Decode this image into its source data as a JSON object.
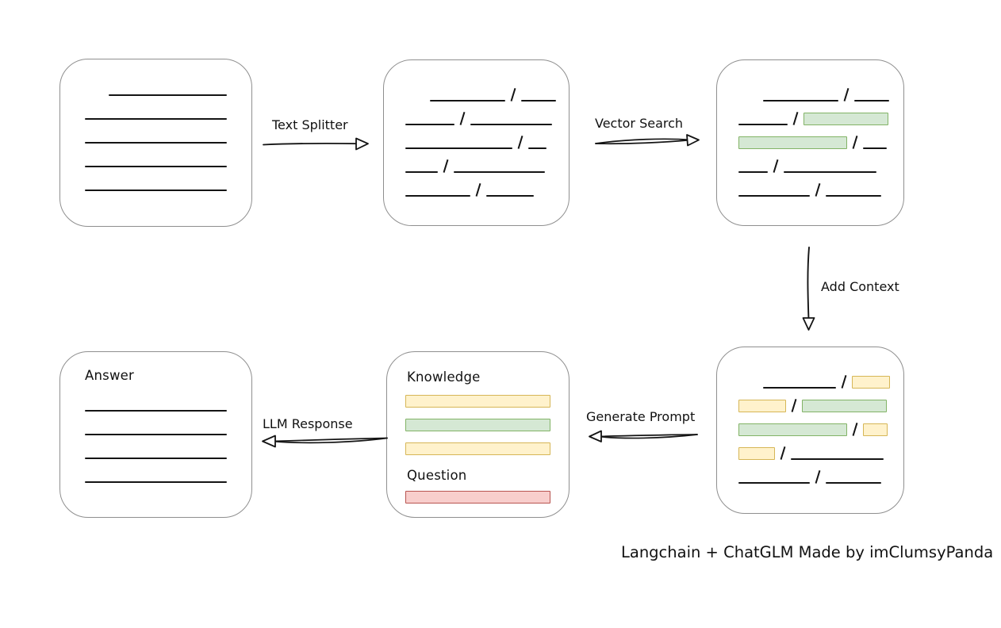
{
  "caption": "Langchain + ChatGLM Made by imClumsyPanda",
  "colors": {
    "box_border": "#8f8f8f",
    "ink": "#141414",
    "green_fill": "#d5e8d4",
    "green_stroke": "#82b366",
    "yellow_fill": "#fff2cc",
    "yellow_stroke": "#d6b656",
    "red_fill": "#f8cecc",
    "red_stroke": "#b85450"
  },
  "arrows": {
    "text_splitter": {
      "label": "Text Splitter"
    },
    "vector_search": {
      "label": "Vector Search"
    },
    "add_context": {
      "label": "Add Context"
    },
    "generate_prompt": {
      "label": "Generate Prompt"
    },
    "llm_response": {
      "label": "LLM Response"
    }
  },
  "boxes": {
    "source_document": {
      "rows": [
        {
          "i": 30,
          "s": [
            {
              "k": "line",
              "w": 149
            }
          ]
        },
        {
          "i": 0,
          "s": [
            {
              "k": "line",
              "w": 179
            }
          ]
        },
        {
          "i": 0,
          "s": [
            {
              "k": "line",
              "w": 179
            }
          ]
        },
        {
          "i": 0,
          "s": [
            {
              "k": "line",
              "w": 179
            }
          ]
        },
        {
          "i": 0,
          "s": [
            {
              "k": "line",
              "w": 179
            }
          ]
        }
      ]
    },
    "split_chunks": {
      "rows": [
        {
          "i": 31,
          "s": [
            {
              "k": "line",
              "w": 95
            },
            {
              "k": "slash"
            },
            {
              "k": "line",
              "w": 44
            }
          ]
        },
        {
          "i": 0,
          "s": [
            {
              "k": "line",
              "w": 62
            },
            {
              "k": "slash"
            },
            {
              "k": "line",
              "w": 103
            }
          ]
        },
        {
          "i": 0,
          "s": [
            {
              "k": "line",
              "w": 135
            },
            {
              "k": "slash"
            },
            {
              "k": "line",
              "w": 23
            }
          ]
        },
        {
          "i": 0,
          "s": [
            {
              "k": "line",
              "w": 41
            },
            {
              "k": "slash"
            },
            {
              "k": "line",
              "w": 115
            }
          ]
        },
        {
          "i": 0,
          "s": [
            {
              "k": "line",
              "w": 82
            },
            {
              "k": "slash"
            },
            {
              "k": "line",
              "w": 60
            }
          ]
        }
      ]
    },
    "vector_results": {
      "rows": [
        {
          "i": 31,
          "s": [
            {
              "k": "line",
              "w": 95
            },
            {
              "k": "slash"
            },
            {
              "k": "line",
              "w": 44
            }
          ]
        },
        {
          "i": 0,
          "s": [
            {
              "k": "line",
              "w": 62
            },
            {
              "k": "slash"
            },
            {
              "k": "green",
              "w": 107
            }
          ]
        },
        {
          "i": 0,
          "s": [
            {
              "k": "green",
              "w": 137
            },
            {
              "k": "slash"
            },
            {
              "k": "line",
              "w": 30
            }
          ]
        },
        {
          "i": 0,
          "s": [
            {
              "k": "line",
              "w": 37
            },
            {
              "k": "slash"
            },
            {
              "k": "line",
              "w": 117
            }
          ]
        },
        {
          "i": 0,
          "s": [
            {
              "k": "line",
              "w": 90
            },
            {
              "k": "slash"
            },
            {
              "k": "line",
              "w": 70
            }
          ]
        }
      ]
    },
    "context_chunks": {
      "rows": [
        {
          "i": 31,
          "s": [
            {
              "k": "line",
              "w": 92
            },
            {
              "k": "slash"
            },
            {
              "k": "yellow",
              "w": 48
            }
          ]
        },
        {
          "i": 0,
          "s": [
            {
              "k": "yellow",
              "w": 60
            },
            {
              "k": "slash"
            },
            {
              "k": "green",
              "w": 107
            }
          ]
        },
        {
          "i": 0,
          "s": [
            {
              "k": "green",
              "w": 137
            },
            {
              "k": "slash"
            },
            {
              "k": "yellow",
              "w": 31
            }
          ]
        },
        {
          "i": 0,
          "s": [
            {
              "k": "yellow",
              "w": 46
            },
            {
              "k": "slash"
            },
            {
              "k": "line",
              "w": 117
            }
          ]
        },
        {
          "i": 0,
          "s": [
            {
              "k": "line",
              "w": 90
            },
            {
              "k": "slash"
            },
            {
              "k": "line",
              "w": 70
            }
          ]
        }
      ]
    },
    "prompt": {
      "knowledge_label": "Knowledge",
      "question_label": "Question",
      "knowledge_rows": [
        {
          "i": 0,
          "s": [
            {
              "k": "yellow",
              "w": 183
            }
          ]
        },
        {
          "i": 0,
          "s": [
            {
              "k": "green",
              "w": 183
            }
          ]
        },
        {
          "i": 0,
          "s": [
            {
              "k": "yellow",
              "w": 183
            }
          ]
        }
      ],
      "question_rows": [
        {
          "i": 0,
          "s": [
            {
              "k": "red",
              "w": 183
            }
          ]
        }
      ]
    },
    "answer": {
      "title": "Answer",
      "rows": [
        {
          "i": 0,
          "s": [
            {
              "k": "line",
              "w": 179
            }
          ]
        },
        {
          "i": 0,
          "s": [
            {
              "k": "line",
              "w": 179
            }
          ]
        },
        {
          "i": 0,
          "s": [
            {
              "k": "line",
              "w": 179
            }
          ]
        },
        {
          "i": 0,
          "s": [
            {
              "k": "line",
              "w": 179
            }
          ]
        }
      ]
    }
  }
}
